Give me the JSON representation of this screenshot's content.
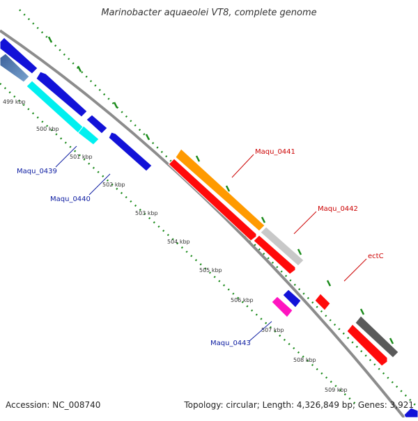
{
  "title": "Marinobacter aquaeolei VT8, complete genome",
  "footer": {
    "accession": "Accession: NC_008740",
    "summary": "Topology: circular; Length: 4,326,849 bp; Genes: 3,921"
  },
  "colors": {
    "backbone": "#808080",
    "dots": "#1a8a1a",
    "label_forward": "#cc0000",
    "label_reverse": "#0a1aa0"
  },
  "ticks": [
    "499 kbp",
    "500 kbp",
    "501 kbp",
    "502 kbp",
    "503 kbp",
    "504 kbp",
    "505 kbp",
    "506 kbp",
    "507 kbp",
    "508 kbp",
    "509 kbp"
  ],
  "gene_labels": [
    {
      "text": "Maqu_0441",
      "strand": "forward"
    },
    {
      "text": "Maqu_0442",
      "strand": "forward"
    },
    {
      "text": "ectC",
      "strand": "forward"
    },
    {
      "text": "Maqu_0439",
      "strand": "reverse"
    },
    {
      "text": "Maqu_0440",
      "strand": "reverse"
    },
    {
      "text": "Maqu_0443",
      "strand": "reverse"
    }
  ]
}
